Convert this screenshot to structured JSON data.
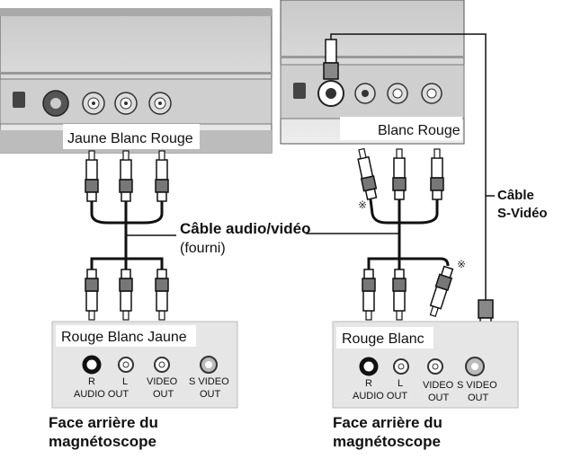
{
  "left": {
    "top_labels": "Jaune Blanc Rouge",
    "cable_label": "Câble audio/vidéo",
    "cable_note": "(fourni)",
    "bottom_labels": "Rouge Blanc Jaune",
    "jack_r": "R",
    "jack_l": "L",
    "jack_audio_out": "AUDIO OUT",
    "jack_video": "VIDEO",
    "jack_video_out": "OUT",
    "jack_svideo": "S VIDEO",
    "jack_svideo_out": "OUT",
    "caption_line1": "Face arrière du",
    "caption_line2": "magnétoscope"
  },
  "right": {
    "top_labels": "Blanc Rouge",
    "svideo_label_line1": "Câble",
    "svideo_label_line2": "S-Vidéo",
    "bottom_labels": "Rouge Blanc",
    "note_mark": "※",
    "jack_r": "R",
    "jack_l": "L",
    "jack_audio_out": "AUDIO OUT",
    "jack_video": "VIDEO",
    "jack_video_out": "OUT",
    "jack_svideo": "S VIDEO",
    "jack_svideo_out": "OUT",
    "caption_line1": "Face arrière du",
    "caption_line2": "magnétoscope"
  },
  "colors": {
    "line": "#111111",
    "device": "#d8d8d8",
    "panel": "#e6e6e6"
  }
}
